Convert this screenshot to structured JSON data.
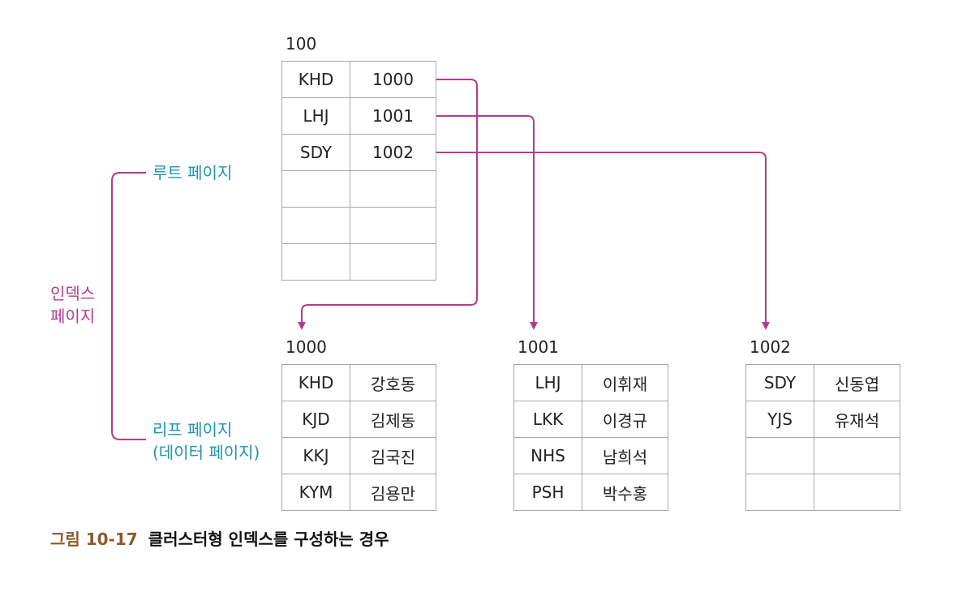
{
  "colors": {
    "teal": "#1d94b4",
    "magenta": "#b43b8f",
    "arrow": "#b43b8f",
    "caption_brown": "#8b5a2b",
    "border": "#a8a8a8"
  },
  "labels": {
    "root_page": "루트 페이지",
    "index_page_line1": "인덱스",
    "index_page_line2": "페이지",
    "leaf_page_line1": "리프 페이지",
    "leaf_page_line2": "(데이터 페이지)"
  },
  "root": {
    "page_no": "100",
    "rows": [
      [
        "KHD",
        "1000"
      ],
      [
        "LHJ",
        "1001"
      ],
      [
        "SDY",
        "1002"
      ],
      [
        "",
        ""
      ],
      [
        "",
        ""
      ],
      [
        "",
        ""
      ]
    ]
  },
  "leaves": [
    {
      "page_no": "1000",
      "rows": [
        [
          "KHD",
          "강호동"
        ],
        [
          "KJD",
          "김제동"
        ],
        [
          "KKJ",
          "김국진"
        ],
        [
          "KYM",
          "김용만"
        ]
      ]
    },
    {
      "page_no": "1001",
      "rows": [
        [
          "LHJ",
          "이휘재"
        ],
        [
          "LKK",
          "이경규"
        ],
        [
          "NHS",
          "남희석"
        ],
        [
          "PSH",
          "박수홍"
        ]
      ]
    },
    {
      "page_no": "1002",
      "rows": [
        [
          "SDY",
          "신동엽"
        ],
        [
          "YJS",
          "유재석"
        ],
        [
          "",
          ""
        ],
        [
          "",
          ""
        ]
      ]
    }
  ],
  "caption": {
    "figure": "그림 10-17",
    "title": "클러스터형 인덱스를 구성하는 경우"
  }
}
